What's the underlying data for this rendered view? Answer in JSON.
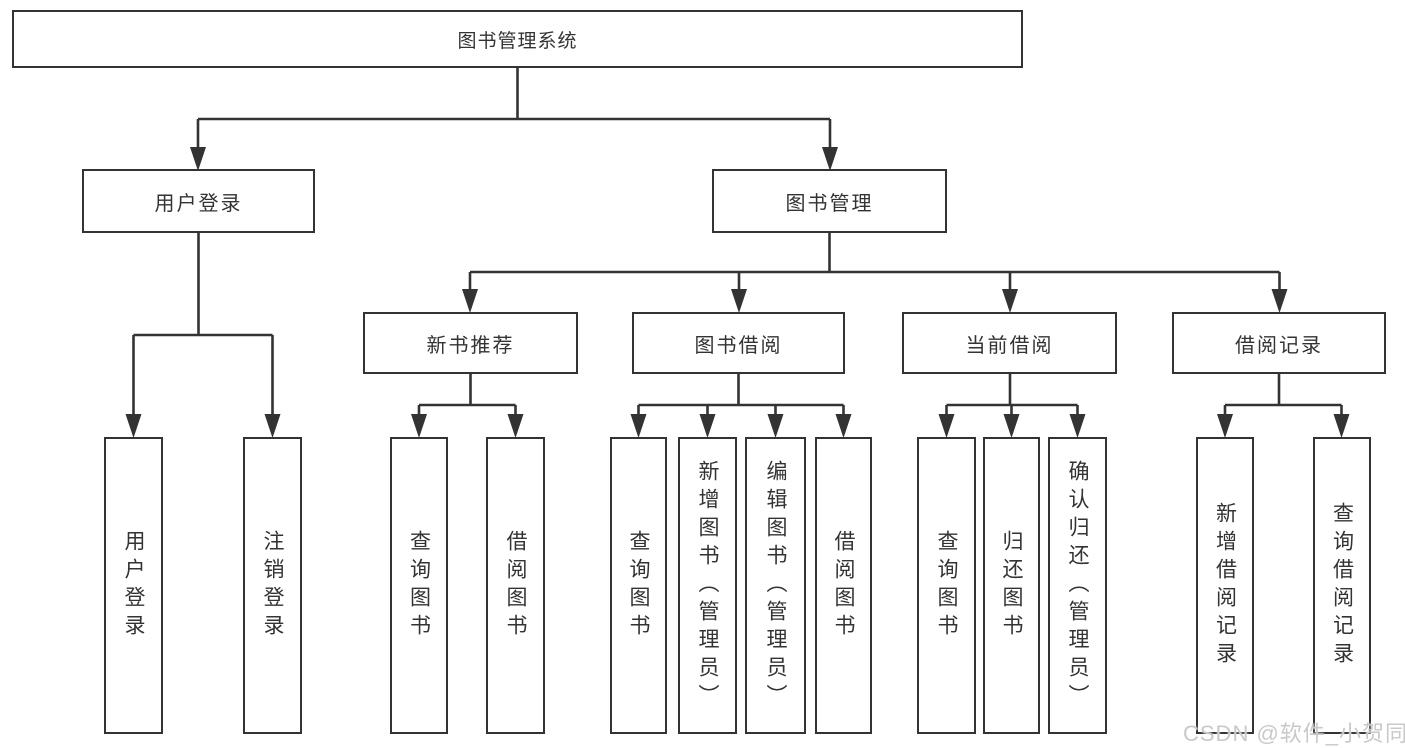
{
  "colors": {
    "line": "#333333",
    "text": "#333333",
    "bg": "#ffffff",
    "watermark": "#c9c9c9"
  },
  "watermark": {
    "text": "CSDN @软件_小贺同学"
  },
  "tree": {
    "root": {
      "label": "图书管理系统"
    },
    "children": [
      {
        "label": "用户登录",
        "children": [
          {
            "label": "用户登录"
          },
          {
            "label": "注销登录"
          }
        ]
      },
      {
        "label": "图书管理",
        "children": [
          {
            "label": "新书推荐",
            "children": [
              {
                "label": "查询图书"
              },
              {
                "label": "借阅图书"
              }
            ]
          },
          {
            "label": "图书借阅",
            "children": [
              {
                "label": "查询图书"
              },
              {
                "label": "新增图书（管理员）"
              },
              {
                "label": "编辑图书（管理员）"
              },
              {
                "label": "借阅图书"
              }
            ]
          },
          {
            "label": "当前借阅",
            "children": [
              {
                "label": "查询图书"
              },
              {
                "label": "归还图书"
              },
              {
                "label": "确认归还（管理员）"
              }
            ]
          },
          {
            "label": "借阅记录",
            "children": [
              {
                "label": "新增借阅记录"
              },
              {
                "label": "查询借阅记录"
              }
            ]
          }
        ]
      }
    ]
  }
}
